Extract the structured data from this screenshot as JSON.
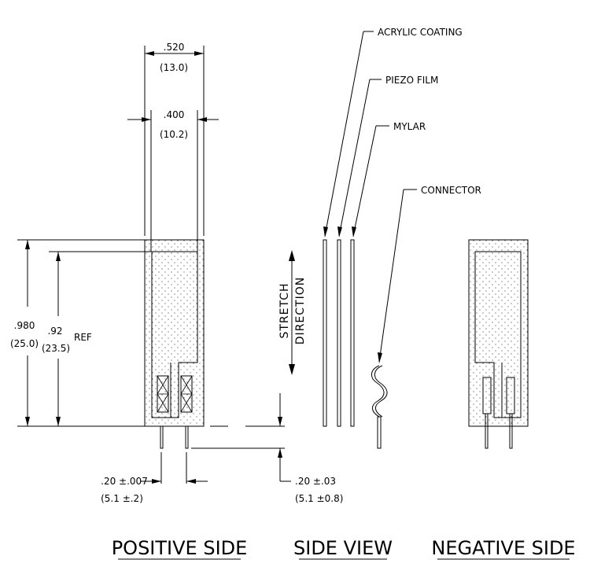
{
  "labels": {
    "acrylic_coating": "ACRYLIC COATING",
    "piezo_film": "PIEZO FILM",
    "mylar": "MYLAR",
    "connector": "CONNECTOR",
    "stretch": "STRETCH",
    "direction": "DIRECTION"
  },
  "dimensions": {
    "width_outer_in": ".520",
    "width_outer_mm": "(13.0)",
    "width_inner_in": ".400",
    "width_inner_mm": "(10.2)",
    "height_outer_in": ".980",
    "height_outer_mm": "(25.0)",
    "height_inner_in": ".92",
    "height_inner_mm": "(23.5)",
    "ref": "REF",
    "pin_spacing_in": ".20 ±.007",
    "pin_spacing_mm": "(5.1 ±.2)",
    "pin_length_in": ".20 ±.03",
    "pin_length_mm": "(5.1 ±0.8)"
  },
  "titles": {
    "positive_side": "POSITIVE SIDE",
    "side_view": "SIDE VIEW",
    "negative_side": "NEGATIVE SIDE"
  }
}
